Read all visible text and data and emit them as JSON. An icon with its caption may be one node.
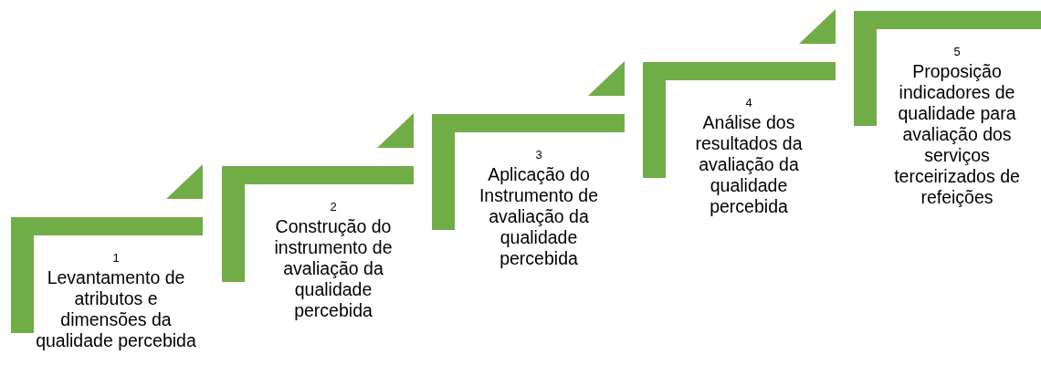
{
  "diagram": {
    "nodes": [
      {
        "text": [
          "1",
          "Levantamento de atributos e dimensões da qualidade percebida"
        ]
      },
      {
        "text": [
          "2",
          "Construção do instrumento de avaliação da qualidade percebida"
        ]
      },
      {
        "text": [
          "3",
          "Aplicação do Instrumento de avaliação da qualidade percebida"
        ]
      },
      {
        "text": [
          "4",
          "Análise dos resultados da avaliação da qualidade percebida"
        ]
      },
      {
        "text": [
          "5",
          "Proposição indicadores de qualidade para avaliação dos serviços terceirizados de refeições"
        ]
      }
    ]
  }
}
